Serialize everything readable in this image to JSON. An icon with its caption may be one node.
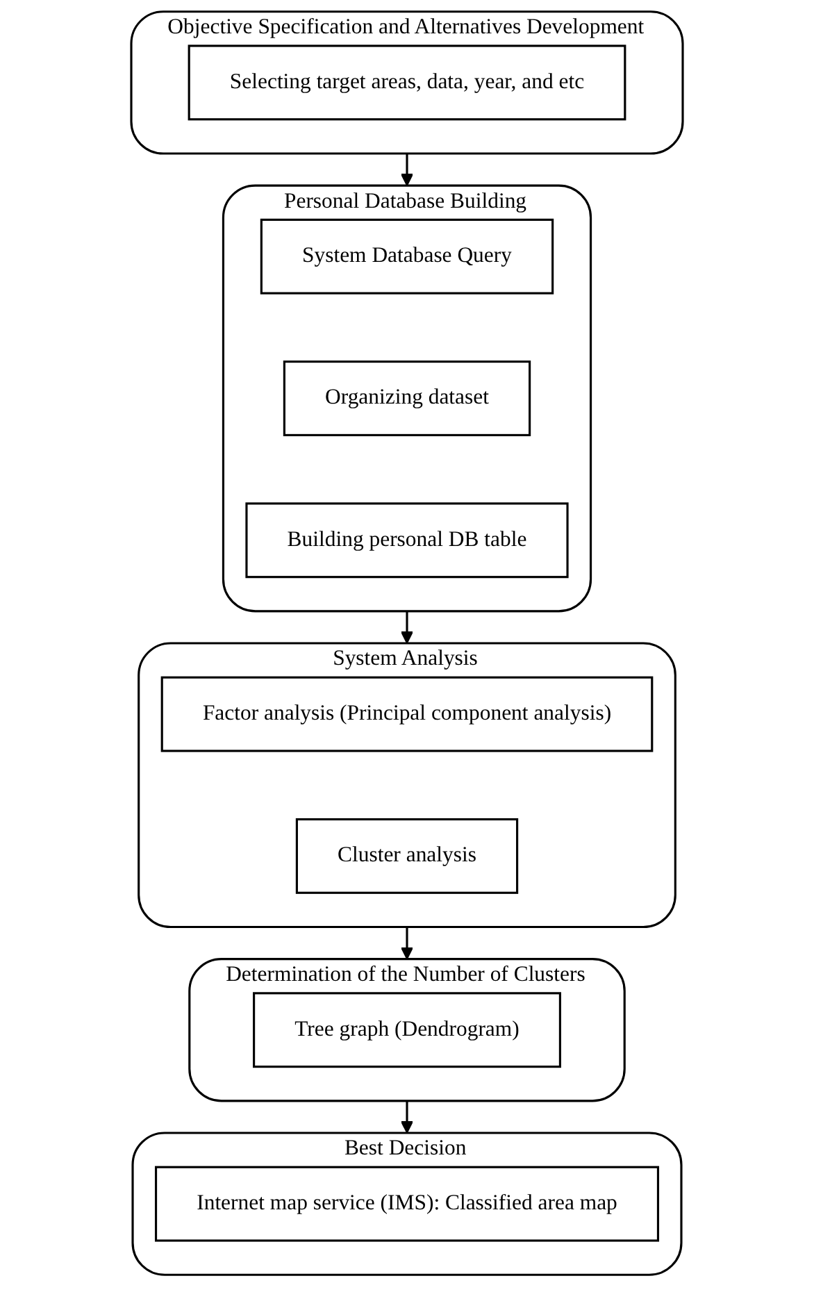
{
  "diagram": {
    "nodes": [
      {
        "text": [
          "Objective Specification and Alternatives Development"
        ]
      },
      {
        "text": [
          "Selecting target areas, data, year, and etc"
        ],
        "in": 0
      },
      {
        "text": [
          "Personal Database Building"
        ]
      },
      {
        "text": [
          "System Database Query"
        ],
        "in": 2
      },
      {
        "text": [
          "Organizing dataset"
        ],
        "in": 2
      },
      {
        "text": [
          "Building personal DB table"
        ],
        "in": 2
      },
      {
        "text": [
          "System Analysis"
        ]
      },
      {
        "text": [
          "Factor analysis (Principal component analysis)"
        ],
        "in": 6
      },
      {
        "text": [
          "Cluster analysis"
        ],
        "in": 6
      },
      {
        "text": [
          "Determination of the Number of Clusters"
        ]
      },
      {
        "text": [
          "Tree graph (Dendrogram)"
        ],
        "in": 9
      },
      {
        "text": [
          "Best Decision"
        ]
      },
      {
        "text": [
          "Internet map service (IMS): Classified area map"
        ],
        "in": 11
      }
    ],
    "edges": [
      {
        "from": 0,
        "to": 2,
        "arrow": "to"
      },
      {
        "from": 2,
        "to": 6,
        "arrow": "to"
      },
      {
        "from": 6,
        "to": 9,
        "arrow": "to"
      },
      {
        "from": 9,
        "to": 11,
        "arrow": "to"
      }
    ]
  }
}
